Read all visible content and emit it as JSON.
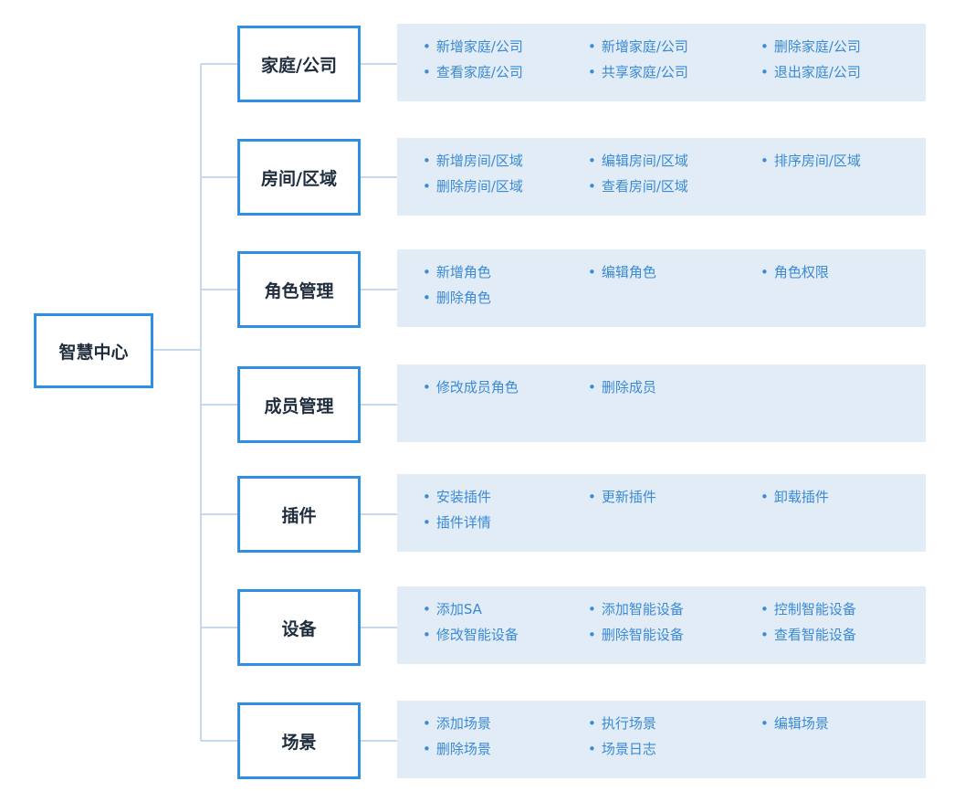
{
  "root": {
    "label": "智慧中心"
  },
  "colors": {
    "border": "#2f8fe4",
    "connector": "#c5d8ec",
    "panel": "#e2ecf6",
    "item_text": "#3a8ad6"
  },
  "bullet": "•",
  "categories": [
    {
      "label": "家庭/公司",
      "items": [
        "新增家庭/公司",
        "新增家庭/公司",
        "删除家庭/公司",
        "查看家庭/公司",
        "共享家庭/公司",
        "退出家庭/公司"
      ]
    },
    {
      "label": "房间/区域",
      "items": [
        "新增房间/区域",
        "编辑房间/区域",
        "排序房间/区域",
        "删除房间/区域",
        "查看房间/区域"
      ]
    },
    {
      "label": "角色管理",
      "items": [
        "新增角色",
        "编辑角色",
        "角色权限",
        "删除角色"
      ]
    },
    {
      "label": "成员管理",
      "items": [
        "修改成员角色",
        "删除成员"
      ]
    },
    {
      "label": "插件",
      "items": [
        "安装插件",
        "更新插件",
        "卸载插件",
        "插件详情"
      ]
    },
    {
      "label": "设备",
      "items": [
        "添加SA",
        "添加智能设备",
        "控制智能设备",
        "修改智能设备",
        "删除智能设备",
        "查看智能设备"
      ]
    },
    {
      "label": "场景",
      "items": [
        "添加场景",
        "执行场景",
        "编辑场景",
        "删除场景",
        "场景日志"
      ]
    }
  ]
}
